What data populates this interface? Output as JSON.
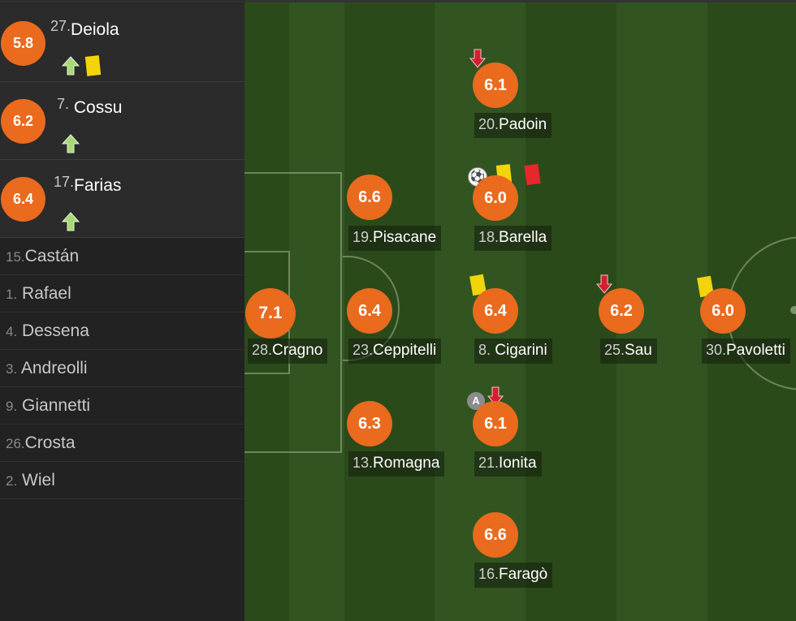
{
  "substitutes_used": [
    {
      "rating": "5.8",
      "number": "27.",
      "name": "Deiola",
      "icons": [
        "arrow-up-icon",
        "yellow-card-icon"
      ]
    },
    {
      "rating": "6.2",
      "number": "7.",
      "name": "Cossu",
      "icons": [
        "arrow-up-icon"
      ]
    },
    {
      "rating": "6.4",
      "number": "17.",
      "name": "Farias",
      "icons": [
        "arrow-up-icon"
      ]
    }
  ],
  "bench": [
    {
      "number": "15.",
      "name": "Castán"
    },
    {
      "number": "1.",
      "name": "Rafael"
    },
    {
      "number": "4.",
      "name": "Dessena"
    },
    {
      "number": "3.",
      "name": "Andreolli"
    },
    {
      "number": "9.",
      "name": "Giannetti"
    },
    {
      "number": "26.",
      "name": "Crosta"
    },
    {
      "number": "2.",
      "name": "Wiel"
    }
  ],
  "players": [
    {
      "rating": "7.1",
      "number": "28.",
      "name": "Cragno",
      "events": []
    },
    {
      "rating": "6.6",
      "number": "19.",
      "name": "Pisacane",
      "events": []
    },
    {
      "rating": "6.4",
      "number": "23.",
      "name": "Ceppitelli",
      "events": []
    },
    {
      "rating": "6.3",
      "number": "13.",
      "name": "Romagna",
      "events": []
    },
    {
      "rating": "6.1",
      "number": "20.",
      "name": "Padoin",
      "events": [
        "sub-off-arrow-icon"
      ]
    },
    {
      "rating": "6.0",
      "number": "18.",
      "name": "Barella",
      "events": [
        "football-icon",
        "yellow-card-icon",
        "red-card-icon"
      ]
    },
    {
      "rating": "6.4",
      "number": "8.",
      "name": "Cigarini",
      "events": [
        "yellow-card-icon"
      ]
    },
    {
      "rating": "6.1",
      "number": "21.",
      "name": "Ionita",
      "events": [
        "captain-icon",
        "sub-off-arrow-icon"
      ],
      "captain_mark": "A"
    },
    {
      "rating": "6.6",
      "number": "16.",
      "name": "Faragò",
      "events": []
    },
    {
      "rating": "6.2",
      "number": "25.",
      "name": "Sau",
      "events": [
        "sub-off-arrow-icon"
      ]
    },
    {
      "rating": "6.0",
      "number": "30.",
      "name": "Pavoletti",
      "events": [
        "yellow-card-icon"
      ]
    }
  ],
  "colors": {
    "rating_badge": "#ea6a1e",
    "sub_on_arrow": "#a6d977",
    "sub_off_arrow": "#d4202e",
    "yellow_card": "#f2d40a",
    "red_card": "#e8272c",
    "pitch_dark": "#2b4a1a",
    "pitch_light": "#325421"
  }
}
